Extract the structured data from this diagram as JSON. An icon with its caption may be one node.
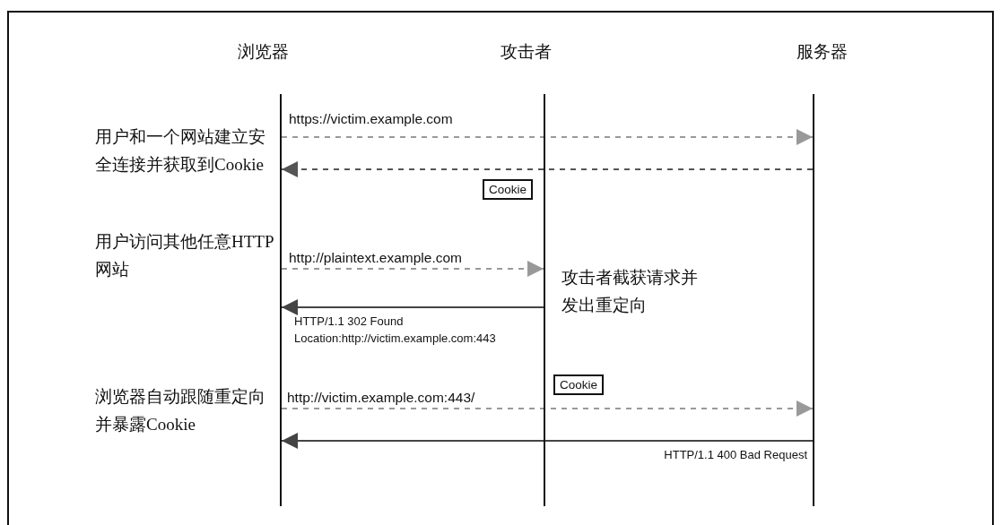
{
  "diagram": {
    "nodes": [
      {
        "text": [],
        "shape": "line"
      },
      {
        "text": [],
        "shape": "line"
      },
      {
        "text": [],
        "shape": "line"
      },
      {
        "text": [
          "Cookie"
        ]
      },
      {
        "text": [
          "Cookie"
        ]
      }
    ],
    "edges": [
      {
        "from": 0,
        "to": 2,
        "arrow": "to",
        "label": "https://victim.example.com",
        "style": "dashed",
        "color": "#999999"
      },
      {
        "from": 2,
        "to": 0,
        "arrow": "to",
        "style": "dashed",
        "color": "#555555"
      },
      {
        "from": 0,
        "to": 1,
        "arrow": "to",
        "label": "http://plaintext.example.com",
        "style": "dashed",
        "color": "#999999"
      },
      {
        "from": 1,
        "to": 0,
        "arrow": "to",
        "label": "HTTP/1.1 302 Found Location:http://victim.example.com:443",
        "color": "#444444"
      },
      {
        "from": 0,
        "to": 2,
        "arrow": "to",
        "label": "http://victim.example.com:443/",
        "style": "dashed",
        "color": "#999999"
      },
      {
        "from": 2,
        "to": 0,
        "arrow": "to",
        "label": "HTTP/1.1 400 Bad Request",
        "color": "#444444"
      }
    ],
    "labels": [
      "浏览器",
      "攻击者",
      "服务器",
      "用户和一个网站建立安全连接并获取到Cookie",
      "用户访问其他任意HTTP网站",
      "攻击者截获请求并发出重定向",
      "浏览器自动跟随重定向并暴露Cookie"
    ]
  }
}
